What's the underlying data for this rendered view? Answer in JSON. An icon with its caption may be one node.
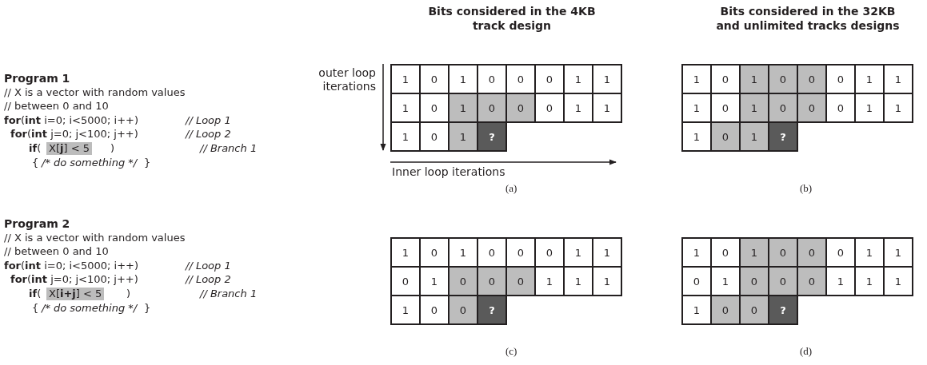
{
  "diagram": {
    "labels": [
      "Bits considered in the 4KB track design",
      "Bits considered in the 32KB and unlimited tracks designs",
      "Program 1",
      "// X is a vector with random values",
      "// between 0 and 10",
      "**for**(**int** i=0; i<5000; i++)",
      "// Loop 1",
      "**for**(**int** j=0; j<100; j++)",
      "// Loop 2",
      "**if**(",
      "X[**j**] < 5",
      ")",
      "// Branch 1",
      "{",
      "/* do something */",
      "}",
      "outer loop iterations",
      "1",
      "0",
      "1",
      "0",
      "0",
      "0",
      "1",
      "1",
      "1",
      "0",
      "1",
      "0",
      "0",
      "0",
      "1",
      "1",
      "1",
      "0",
      "1",
      "?",
      "1",
      "0",
      "1",
      "0",
      "0",
      "0",
      "1",
      "1",
      "1",
      "0",
      "1",
      "0",
      "0",
      "0",
      "1",
      "1",
      "1",
      "0",
      "1",
      "?",
      "Inner loop iterations",
      "(a)",
      "(b)",
      "Program 2",
      "// X is a vector with random values",
      "// between 0 and 10",
      "**for**(**int** i=0; i<5000; i++)",
      "// Loop 1",
      "**for**(**int** j=0; j<100; j++)",
      "// Loop 2",
      "**if**(",
      "X[**i+j**] < 5",
      ")",
      "// Branch 1",
      "{",
      "/* do something */",
      "}",
      "1",
      "0",
      "1",
      "0",
      "0",
      "0",
      "1",
      "1",
      "0",
      "1",
      "0",
      "0",
      "0",
      "1",
      "1",
      "1",
      "1",
      "0",
      "0",
      "?",
      "1",
      "0",
      "1",
      "0",
      "0",
      "0",
      "1",
      "1",
      "0",
      "1",
      "0",
      "0",
      "0",
      "1",
      "1",
      "1",
      "1",
      "0",
      "0",
      "?",
      "(c)",
      "(d)"
    ]
  }
}
